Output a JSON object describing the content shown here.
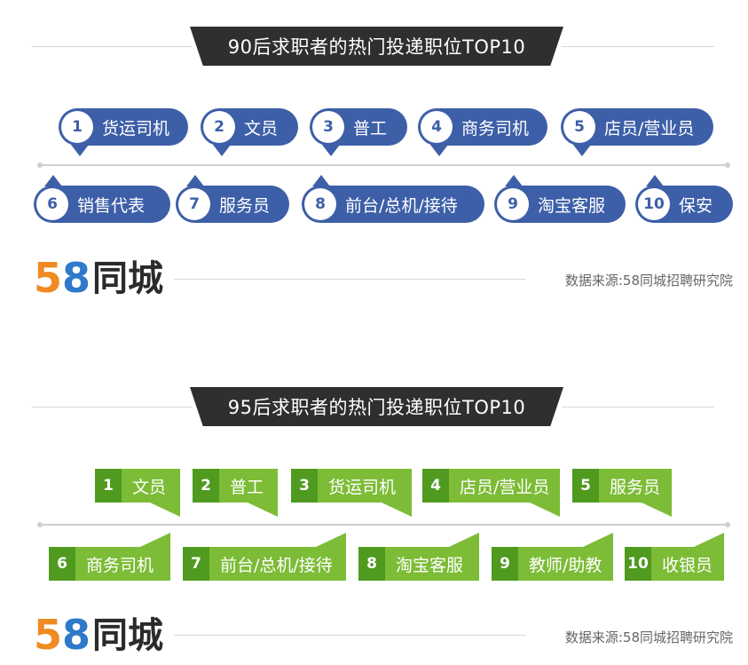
{
  "section1": {
    "title": "90后求职者的热门投递职位TOP10",
    "items": [
      {
        "num": "1",
        "label": "货运司机"
      },
      {
        "num": "2",
        "label": "文员"
      },
      {
        "num": "3",
        "label": "普工"
      },
      {
        "num": "4",
        "label": "商务司机"
      },
      {
        "num": "5",
        "label": "店员/营业员"
      },
      {
        "num": "6",
        "label": "销售代表"
      },
      {
        "num": "7",
        "label": "服务员"
      },
      {
        "num": "8",
        "label": "前台/总机/接待"
      },
      {
        "num": "9",
        "label": "淘宝客服"
      },
      {
        "num": "10",
        "label": "保安"
      }
    ],
    "logo_digits": "58",
    "logo_text": "同城",
    "source": "数据来源:58同城招聘研究院"
  },
  "section2": {
    "title": "95后求职者的热门投递职位TOP10",
    "items": [
      {
        "num": "1",
        "label": "文员"
      },
      {
        "num": "2",
        "label": "普工"
      },
      {
        "num": "3",
        "label": "货运司机"
      },
      {
        "num": "4",
        "label": "店员/营业员"
      },
      {
        "num": "5",
        "label": "服务员"
      },
      {
        "num": "6",
        "label": "商务司机"
      },
      {
        "num": "7",
        "label": "前台/总机/接待"
      },
      {
        "num": "8",
        "label": "淘宝客服"
      },
      {
        "num": "9",
        "label": "教师/助教"
      },
      {
        "num": "10",
        "label": "收银员"
      }
    ],
    "logo_digits": "58",
    "logo_text": "同城",
    "source": "数据来源:58同城招聘研究院"
  },
  "colors": {
    "banner": "#2f2f2f",
    "blue_badge": "#3d5fa8",
    "green_badge": "#7cbc36",
    "green_number": "#4f9a1f"
  }
}
